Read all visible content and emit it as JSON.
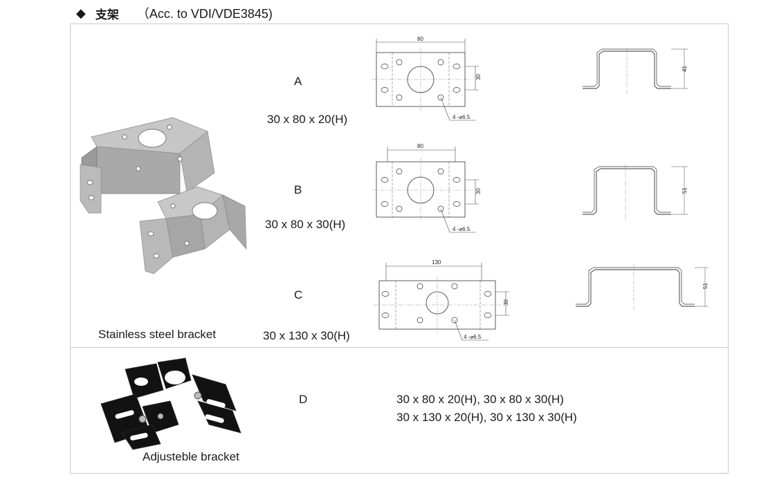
{
  "header": {
    "marker": "◆",
    "title_zh": "支架",
    "title_en": "（Acc. to VDI/VDE3845)"
  },
  "stainless_section": {
    "caption": "Stainless steel bracket",
    "rows": [
      {
        "letter": "A",
        "size": "30 x 80 x 20(H)",
        "width_dim": "80",
        "side_dim": "30",
        "hole_note": "4 -⌀6.5",
        "height_dim": "41"
      },
      {
        "letter": "B",
        "size": "30 x 80 x 30(H)",
        "width_dim": "80",
        "side_dim": "30",
        "hole_note": "4 -⌀6.5",
        "height_dim": "51"
      },
      {
        "letter": "C",
        "size": "30 x 130 x 30(H)",
        "width_dim": "130",
        "side_dim": "30",
        "hole_note": "4 -⌀6.5",
        "height_dim": "51"
      }
    ]
  },
  "adjustable_section": {
    "caption": "Adjusteble bracket",
    "letter": "D",
    "sizes_line1": "30 x 80 x 20(H), 30 x 80 x 30(H)",
    "sizes_line2": "30 x 130 x 20(H), 30 x 130 x 30(H)"
  },
  "colors": {
    "steel_light": "#c4c4c4",
    "steel_mid": "#a7a7a7",
    "steel_dark": "#7d7d7d",
    "black_bracket": "#111111",
    "border": "#c9c9c9"
  }
}
